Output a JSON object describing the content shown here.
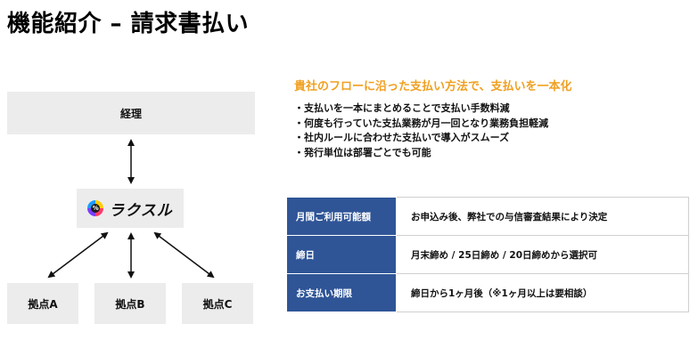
{
  "page": {
    "title": "機能紹介 – 請求書払い"
  },
  "diagram": {
    "top_box": "経理",
    "center_logo": {
      "mark": "%",
      "text": "ラクスル"
    },
    "branches": [
      "拠点A",
      "拠点B",
      "拠点C"
    ]
  },
  "colors": {
    "box_fill": "#ececec",
    "accent_orange": "#f0a020",
    "table_header_blue": "#2f5597"
  },
  "content": {
    "headline": "貴社のフローに沿った支払い方法で、支払いを一本化",
    "bullets": [
      "・支払いを一本にまとめることで支払い手数料減",
      "・何度も行っていた支払業務が月一回となり業務負担軽減",
      "・社内ルールに合わせた支払いで導入がスムーズ",
      "・発行単位は部署ごとでも可能"
    ],
    "table": [
      {
        "key": "月間ご利用可能額",
        "value": "お申込み後、弊社での与信審査結果により決定"
      },
      {
        "key": "締日",
        "value": "月末締め / 25日締め / 20日締めから選択可"
      },
      {
        "key": "お支払い期限",
        "value": "締日から1ヶ月後（※1ヶ月以上は要相談）"
      }
    ]
  }
}
